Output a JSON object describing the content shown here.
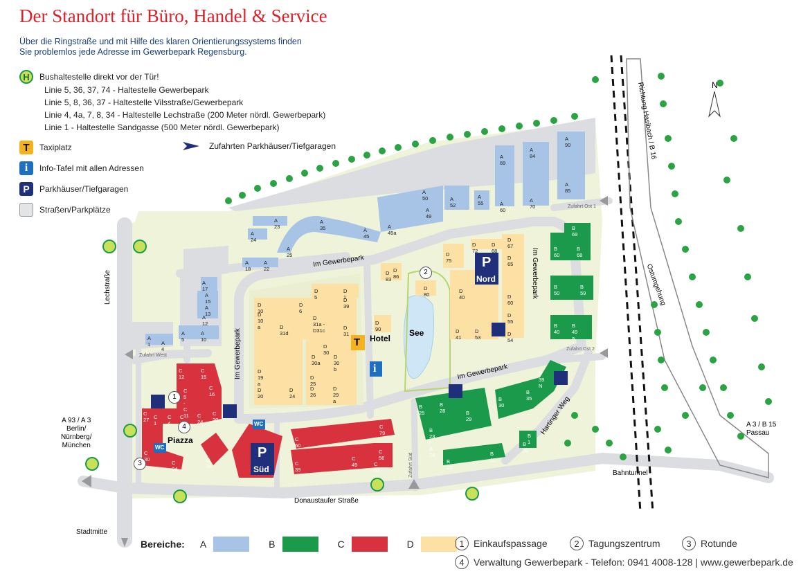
{
  "title": "Der Standort für Büro, Handel & Service",
  "intro": "Über die Ringstraße und mit Hilfe des klaren Orientierungssystems finden Sie problemlos jede Adresse im Gewerbepark Regensburg.",
  "legend": {
    "bus_heading": "Bushaltestelle direkt vor der Tür!",
    "bus_lines": [
      "Linie 5, 36, 37, 74 - Haltestelle Gewerbepark",
      "Linie 5, 8, 36, 37 - Haltestelle Vilsstraße/Gewerbepark",
      "Linie 4, 4a, 7, 8, 34 - Haltestelle Lechstraße (200 Meter nördl. Gewerbepark)",
      "Linie 1 - Haltestelle Sandgasse (500 Meter nördl. Gewerbepark)"
    ],
    "taxi": "Taxiplatz",
    "info": "Info-Tafel mit allen Adressen",
    "parking": "Parkhäuser/Tiefgaragen",
    "streets": "Straßen/Parkplätze",
    "access": "Zufahrten Parkhäuser/Tiefgaragen",
    "bus_symbol": "H",
    "taxi_symbol": "T",
    "info_symbol": "i",
    "parking_symbol": "P"
  },
  "map": {
    "north": "N",
    "roads": {
      "lechstrasse": "Lechstraße",
      "im_gewerbepark_1": "Im Gewerbepark",
      "im_gewerbepark_2": "Im Gewerbepark",
      "im_gewerbepark_3": "Im Gewerbepark",
      "im_gewerbepark_4": "Im Gewerbepark",
      "donaustaufer": "Donaustaufer Straße",
      "hartinger": "Hartinger Weg",
      "ostumgehung": "Ostumgehung",
      "richtung_b16": "Richtung Hasibach / B 16",
      "bahntunnel": "Bahntunnel",
      "zufahrt_west": "Zufahrt West",
      "zufahrt_ost1": "Zufahrt Ost 1",
      "zufahrt_ost2": "Zufahrt Ost 2",
      "zufahrt_sued": "Zufahrt Süd"
    },
    "directions": {
      "a93": "A 93 / A 3",
      "berlin": "Berlin/",
      "nuernberg": "Nürnberg/",
      "muenchen": "München",
      "a3b15": "A 3 / B 15",
      "passau": "Passau",
      "stadtmitte": "Stadtmitte"
    },
    "places": {
      "hotel": "Hotel",
      "see": "See",
      "piazza": "Piazza",
      "nord": "Nord",
      "sued": "Süd",
      "wc": "WC"
    },
    "labels_a": [
      "A 23",
      "A 24",
      "A 25",
      "A 35",
      "A 45",
      "A 45a",
      "A 49",
      "A 50",
      "A 52",
      "A 55",
      "A 60",
      "A 69",
      "A 70",
      "A 84",
      "A 85",
      "A 90",
      "A 18",
      "A 22",
      "A 17",
      "A 15",
      "A 13",
      "A 12",
      "A 10",
      "A 5",
      "A 1",
      "A 4"
    ],
    "labels_b": [
      "B 69",
      "B 60",
      "B 68",
      "B 50",
      "B 59",
      "B 40",
      "B 49 a",
      "B 39 N",
      "B 30",
      "B 35",
      "B 25",
      "B 28",
      "B 29",
      "B 23 / B 24",
      "B 22",
      "B 11",
      "B 10",
      "B 1"
    ],
    "labels_c": [
      "C 12",
      "C 15",
      "C 16",
      "C 5 - C 11",
      "C 1",
      "C 4",
      "C 25",
      "C 24",
      "C 20",
      "C 27",
      "C 30",
      "C 34",
      "C 35",
      "C 60",
      "C 79",
      "C 39",
      "C 49",
      "C 56",
      "C 50"
    ],
    "labels_d": [
      "D 5",
      "D 1",
      "D 39",
      "D 10",
      "D 6",
      "D 10 a",
      "D 31d",
      "D 31a - D31c",
      "D 31",
      "D 30",
      "D 30a",
      "D 30 b",
      "D 25",
      "D 19 a",
      "D 20",
      "D 24",
      "D 26",
      "D 29 a",
      "D 90",
      "D 83",
      "D 86",
      "D 80",
      "D 75",
      "D 72",
      "D 68",
      "D 67",
      "D 65",
      "D 60",
      "D 55",
      "D 54",
      "D 40",
      "D 41",
      "D 53"
    ]
  },
  "bottom": {
    "bereiche": "Bereiche:",
    "a": "A",
    "b": "B",
    "c": "C",
    "d": "D",
    "items": [
      {
        "num": "1",
        "text": "Einkaufspassage"
      },
      {
        "num": "2",
        "text": "Tagungszentrum"
      },
      {
        "num": "3",
        "text": "Rotunde"
      },
      {
        "num": "4",
        "text": "Verwaltung Gewerbepark - Telefon: 0941 4008-128 | www.gewerbepark.de"
      }
    ]
  },
  "colors": {
    "a": "#a7c4e6",
    "b": "#1b9a4b",
    "c": "#d7323d",
    "d": "#fde0a3",
    "road": "#e3e4e6",
    "green": "#d8e8a6",
    "park_blue": "#1f2f7a",
    "title_red": "#d9222a",
    "tree": "#2aa343"
  }
}
